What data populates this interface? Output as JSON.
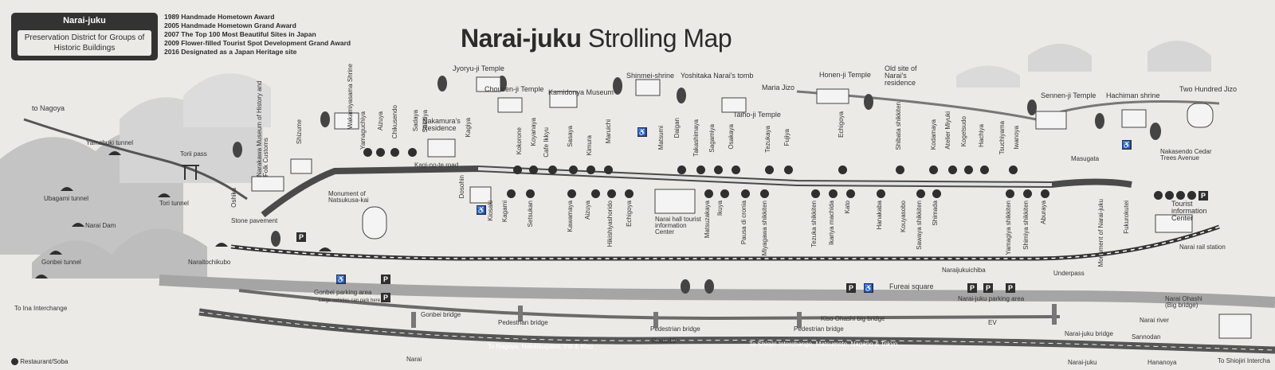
{
  "header": {
    "badge_name": "Narai-juku",
    "badge_sub": "Preservation District for Groups of Historic Buildings",
    "awards": [
      "1989 Handmade Hometown Award",
      "2005 Handmade Hometown Grand Award",
      "2007 The Top 100 Most Beautiful Sites in Japan",
      "2009 Flower-filled Tourist Spot Development Grand Award",
      "2016 Designated as a Japan Heritage site"
    ],
    "title_bold": "Narai-juku",
    "title_rest": "Strolling Map"
  },
  "places": {
    "to_nagoya": "to Nagoya",
    "yamabuki_tunnel": "Yamabuki tunnel",
    "torii_pass": "Torii pass",
    "ubagami_tunnel": "Ubagami tunnel",
    "tori_tunnel": "Tori tunnel",
    "narai_dam": "Narai Dam",
    "gonbei_tunnel": "Gonbei tunnel",
    "to_ina": "To Ina Interchange",
    "stone_pavement": "Stone pavement",
    "monument_natsukusa": "Monument of Natsukusa-kai",
    "naraitochikubo": "Naraitochikubo",
    "gonbei_parking": "Gonbei parking area",
    "large_vehicles": "Large vehicles can park here",
    "gonbei_bridge": "Gonbei bridge",
    "pedestrian_bridge_1": "Pedestrian bridge",
    "pedestrian_bridge_2": "Pedestrian bridge",
    "pedestrian_bridge_3": "Pedestrian bridge",
    "kiso_ohashi": "Kiso Ohashi big bridge",
    "route19": "Route19",
    "to_nagoya_road": "To Nagoya, Nakatsugawa, Ina & Kiso",
    "to_shiojiri_road": "To Shiojiri Interchange, Matsumoto, Nagano & Tokyo",
    "narai_station": "Narai",
    "kagi_road": "Kagi-no-te road",
    "jyoryu_temple": "Jyoryu-ji Temple",
    "chousen_temple": "Chousen-ji Temple",
    "kamidonya": "Kamidonya Museum",
    "nakamura": "Nakamura's Residence",
    "shinmei": "Shinmei-shrine",
    "yoshitaka": "Yoshitaka Narai's tomb",
    "maria_jizo": "Maria Jizo",
    "taiho_temple": "Taiho-ji Temple",
    "honen_temple": "Honen-ji Temple",
    "old_site": "Old site of Narai's residence",
    "sennen_temple": "Sennen-ji Temple",
    "hachiman": "Hachiman shrine",
    "two_hundred_jizo": "Two Hundred Jizo",
    "nakasendo_cedar": "Nakasendo Cedar Trees Avenue",
    "masugata": "Masugata",
    "tourist_center": "Tourist information Center",
    "narai_hall": "Narai hall tourist information Center",
    "narai_rail": "Narai rail station",
    "fureai": "Fureai square",
    "narai_parking": "Narai-juku parking area",
    "narai_bridge": "Narai-juku bridge",
    "narai_river": "Narai river",
    "narai_ohashi": "Narai Ohashi (Big bridge)",
    "underpass": "Underpass",
    "naraijukuichiba": "Naraijukuichiba",
    "sannodan": "Sannodan",
    "to_shiojiri_right": "To Shiojiri Intercha",
    "narai_juku_bottom": "Narai-juku",
    "hananoya": "Hananoya",
    "legend_restaurant": "Restaurant/Soba",
    "ev": "EV"
  },
  "shops_upper": [
    "Narakawa Museum of History and Folk Customs",
    "Shizume",
    "Wakamiyasama Shrine",
    "Yamaguchiya",
    "Aizuya",
    "Chikusendo",
    "Sadaya",
    "Sakaiya",
    "Kagiya",
    "Kokorone",
    "Koyanaya",
    "Cafe Ikkyu",
    "Sasaya",
    "Kimura",
    "Maruichi",
    "Matsumi",
    "Daigan",
    "Takashimaya",
    "Sagamiya",
    "Osakaya",
    "Tezukaya",
    "Fujiya",
    "Echigoya",
    "Shibata shikkiten",
    "Kodamaya",
    "Atelier Miyuki",
    "Kogetsudo",
    "Hachiya",
    "Tsuchiyama",
    "Iwanoya"
  ],
  "shops_lower": [
    "Oshika",
    "Dosohin",
    "Kiosaki",
    "Kagami",
    "Setsukan",
    "Kawamaya",
    "Aizuya",
    "Hikishiyashorido",
    "Echigoya",
    "Matsuzakaya",
    "Ikuya",
    "Pausa di cronia",
    "Miyagawa shikkiten",
    "Tezuka shikkiten",
    "Ikariya machida",
    "Kato",
    "Hanakaba",
    "Kouyasobo",
    "Sawaya shikkiten",
    "Shimada",
    "Yamagiya shikkiten",
    "Shimiya shikkiten",
    "Aburaya",
    "Monument of Narai-juku",
    "Fukurokutei"
  ],
  "colors": {
    "road": "#3a3a3a",
    "river": "#9a9a9a",
    "mountain": "#c7c7c7",
    "badge": "#333333",
    "paper": "#eceae6"
  },
  "legend": {
    "icon": "restaurant-icon"
  }
}
